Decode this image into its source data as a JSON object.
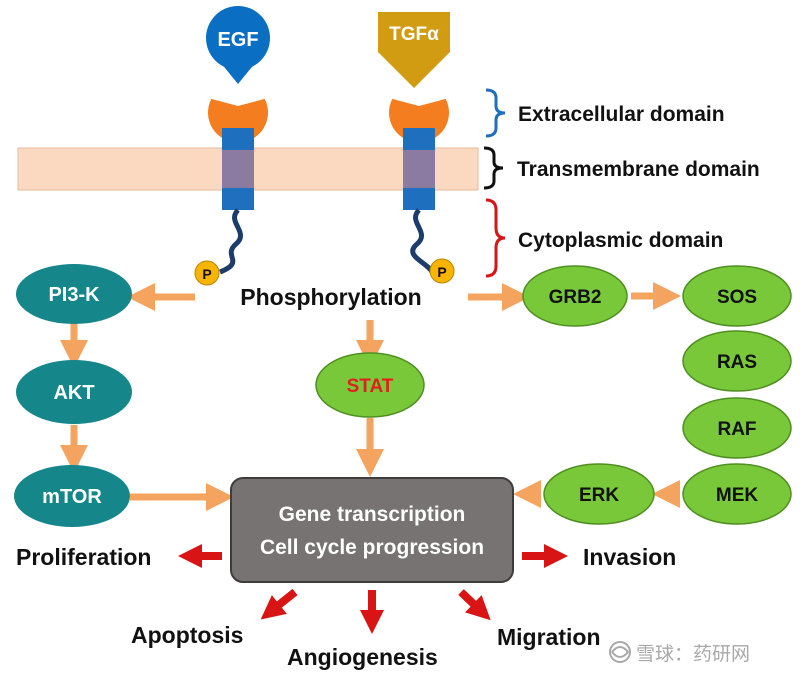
{
  "ligands": {
    "egf": "EGF",
    "tgfa": "TGFα"
  },
  "domains": {
    "extracellular": "Extracellular domain",
    "transmembrane": "Transmembrane domain",
    "cytoplasmic": "Cytoplasmic domain"
  },
  "phospho": {
    "badge": "P",
    "label": "Phosphorylation"
  },
  "nodes": {
    "pi3k": "PI3-K",
    "akt": "AKT",
    "mtor": "mTOR",
    "stat": "STAT",
    "grb2": "GRB2",
    "sos": "SOS",
    "ras": "RAS",
    "raf": "RAF",
    "mek": "MEK",
    "erk": "ERK"
  },
  "center": {
    "line1": "Gene transcription",
    "line2": "Cell cycle progression"
  },
  "outcomes": {
    "proliferation": "Proliferation",
    "invasion": "Invasion",
    "apoptosis": "Apoptosis",
    "angiogenesis": "Angiogenesis",
    "migration": "Migration"
  },
  "watermark": "雪球：药研网",
  "colors": {
    "egf": "#0a6fc2",
    "tgfa": "#d19b12",
    "receptor_head": "#f47d20",
    "receptor_body": "#1f6fbf",
    "membrane": "#fbd9c1",
    "teal": "#15868a",
    "green": "#79c83a",
    "arrow_orange": "#f5a460",
    "arrow_red": "#d81414",
    "box": "#777372"
  }
}
